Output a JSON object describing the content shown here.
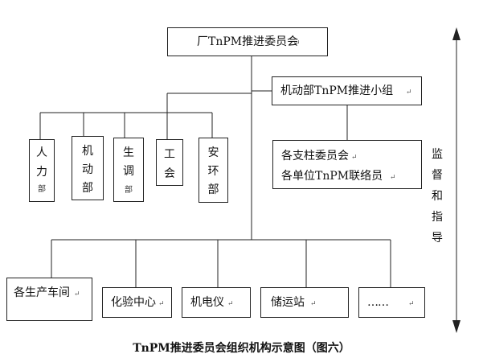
{
  "top": {
    "label": "厂TnPM推进委员会"
  },
  "mid_right": {
    "label": "机动部TnPM推进小组"
  },
  "committee": {
    "line1": "各支柱委员会",
    "line2": "各单位TnPM联络员"
  },
  "departments": [
    {
      "chars": [
        "人",
        "力",
        "部"
      ]
    },
    {
      "chars": [
        "机",
        "动",
        "部"
      ]
    },
    {
      "chars": [
        "生",
        "调",
        "部"
      ]
    },
    {
      "chars": [
        "工",
        "会"
      ]
    },
    {
      "chars": [
        "安",
        "环",
        "部"
      ]
    }
  ],
  "bottom_units": [
    {
      "label": "各生产车间"
    },
    {
      "label": "化验中心"
    },
    {
      "label": "机电仪"
    },
    {
      "label": "储运站"
    },
    {
      "label": "……"
    }
  ],
  "side": {
    "chars": [
      "监",
      "督",
      "和",
      "指",
      "导"
    ]
  },
  "caption": "TnPM推进委员会组织机构示意图（图六）",
  "paragraph_mark": "↵"
}
